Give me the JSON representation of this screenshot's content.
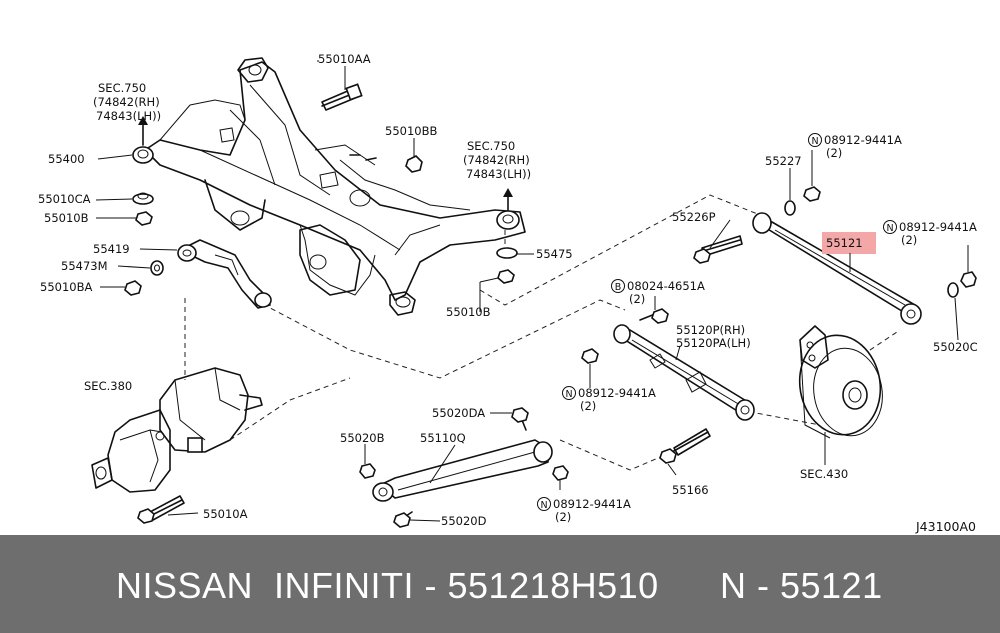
{
  "diagram": {
    "labels": {
      "p55010AA": "55010AA",
      "p55010BB": "55010BB",
      "sec750_a": "SEC.750",
      "p74842_a": "(74842(RH)",
      "p74843_a": "74843(LH))",
      "p55400": "55400",
      "p55010CA": "55010CA",
      "p55010B_a": "55010B",
      "p55419": "55419",
      "p55473M": "55473M",
      "p55010BA": "55010BA",
      "sec750_b": "SEC.750",
      "p74842_b": "(74842(RH)",
      "p74843_b": "74843(LH))",
      "p55475": "55475",
      "p55010B_b": "55010B",
      "n08912_a": "08912-9441A",
      "qty2_a": "(2)",
      "p55227": "55227",
      "p55226P": "55226P",
      "p55121": "55121",
      "n08912_b": "08912-9441A",
      "qty2_b": "(2)",
      "b08024": "08024-4651A",
      "qty2_c": "(2)",
      "p55120P": "55120P(RH)",
      "p55120PA": "55120PA(LH)",
      "p55020C": "55020C",
      "n08912_c": "08912-9441A",
      "qty2_d": "(2)",
      "sec380": "SEC.380",
      "p55020DA": "55020DA",
      "p55020B": "55020B",
      "p55110Q": "55110Q",
      "p55166": "55166",
      "sec430": "SEC.430",
      "n08912_d": "08912-9441A",
      "qty2_e": "(2)",
      "p55010A": "55010A",
      "p55020D": "55020D",
      "ref_code": "J43100A0"
    },
    "markers": {
      "nut": "N",
      "bolt": "B"
    },
    "highlight_color": "#f4a7a7"
  },
  "footer": {
    "brand_text": "NISSAN  INFINITI - 551218H510",
    "part_text": "N - 55121"
  }
}
